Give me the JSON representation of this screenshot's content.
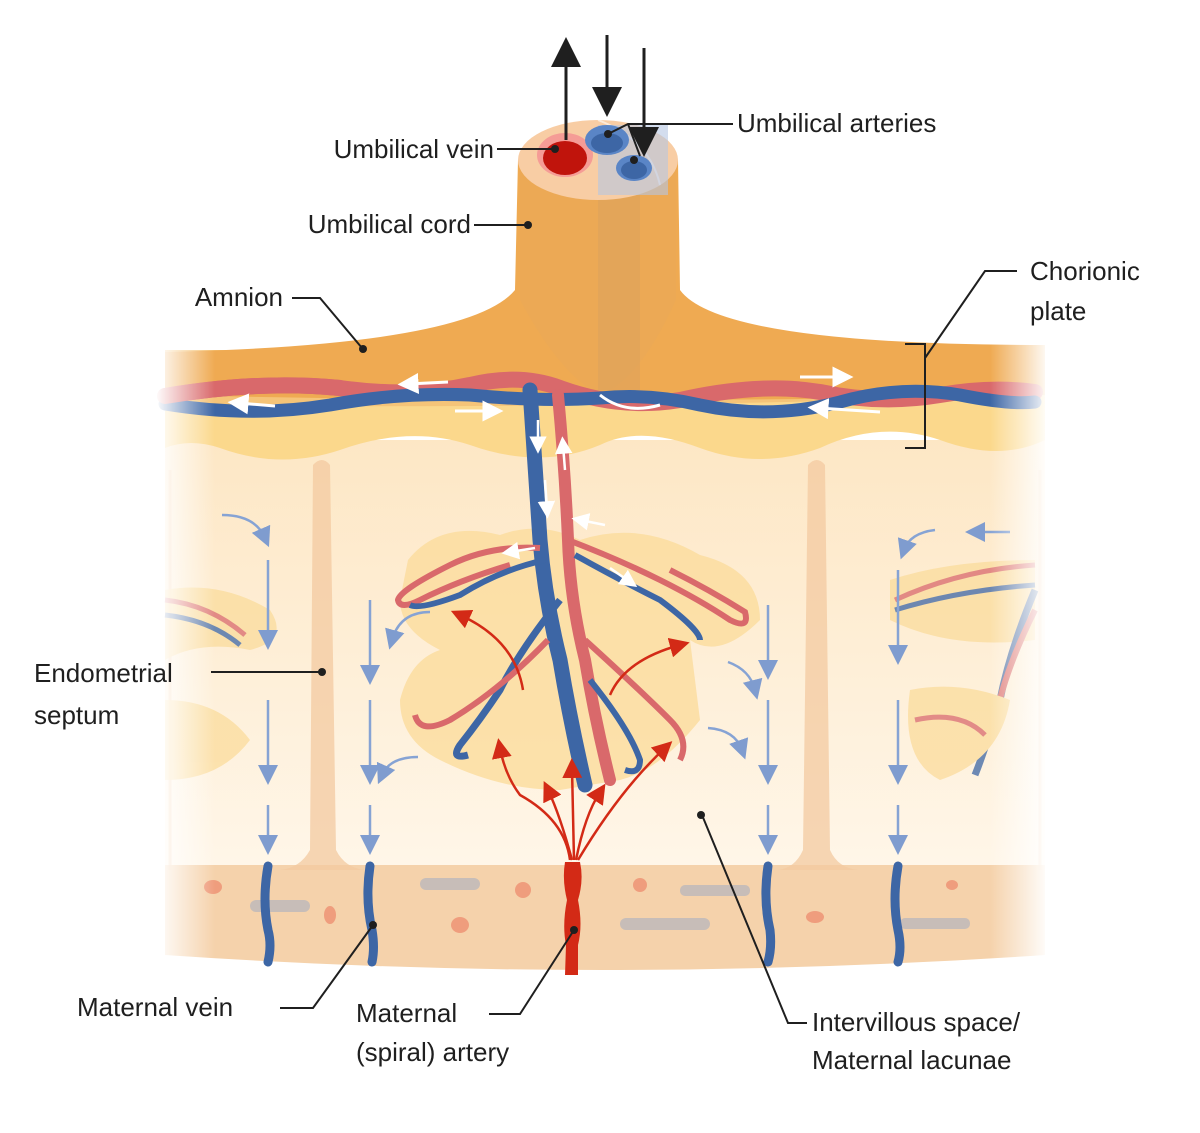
{
  "labels": {
    "umbilical_vein": "Umbilical vein",
    "umbilical_arteries": "Umbilical arteries",
    "umbilical_cord": "Umbilical cord",
    "amnion": "Amnion",
    "chorionic_plate_line1": "Chorionic",
    "chorionic_plate_line2": "plate",
    "endometrial_septum_line1": "Endometrial",
    "endometrial_septum_line2": "septum",
    "maternal_vein": "Maternal vein",
    "maternal_artery_line1": "Maternal",
    "maternal_artery_line2": "(spiral) artery",
    "intervillous_line1": "Intervillous space/",
    "intervillous_line2": "Maternal lacunae"
  },
  "colors": {
    "amnion_orange": "#efaa52",
    "cord_orange": "#eca955",
    "chorion_yellow": "#fbd88c",
    "lacuna_cream": "#fdf0d8",
    "decidua_tan": "#f5d2ab",
    "artery_red": "#d32a16",
    "fetal_vein_pink": "#d9696b",
    "fetal_artery_blue": "#3d66a5",
    "flow_blue": "#86a3d4",
    "septum_beige": "#f3c9a0"
  }
}
